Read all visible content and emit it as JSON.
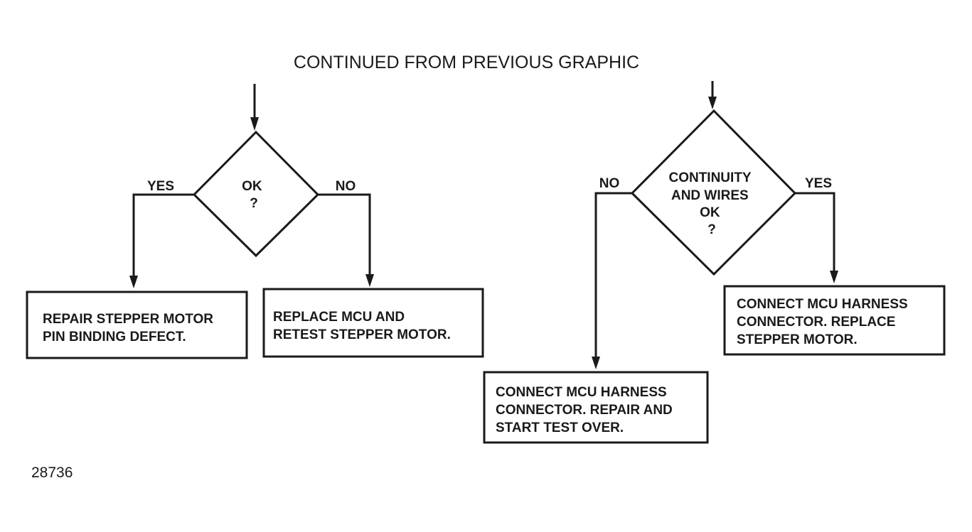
{
  "header": {
    "title": "CONTINUED FROM PREVIOUS GRAPHIC"
  },
  "left_branch": {
    "decision": {
      "lines": [
        "OK",
        "?"
      ]
    },
    "yes_label": "YES",
    "no_label": "NO",
    "yes_box": {
      "lines": [
        "REPAIR STEPPER MOTOR",
        "PIN BINDING DEFECT."
      ]
    },
    "no_box": {
      "lines": [
        "REPLACE MCU AND",
        "RETEST STEPPER MOTOR."
      ]
    }
  },
  "right_branch": {
    "decision": {
      "lines": [
        "CONTINUITY",
        "AND WIRES",
        "OK",
        "?"
      ]
    },
    "yes_label": "YES",
    "no_label": "NO",
    "yes_box": {
      "lines": [
        "CONNECT MCU HARNESS",
        "CONNECTOR. REPLACE",
        "STEPPER MOTOR."
      ]
    },
    "no_box": {
      "lines": [
        "CONNECT MCU HARNESS",
        "CONNECTOR. REPAIR AND",
        "START TEST OVER."
      ]
    }
  },
  "figure_number": "28736"
}
